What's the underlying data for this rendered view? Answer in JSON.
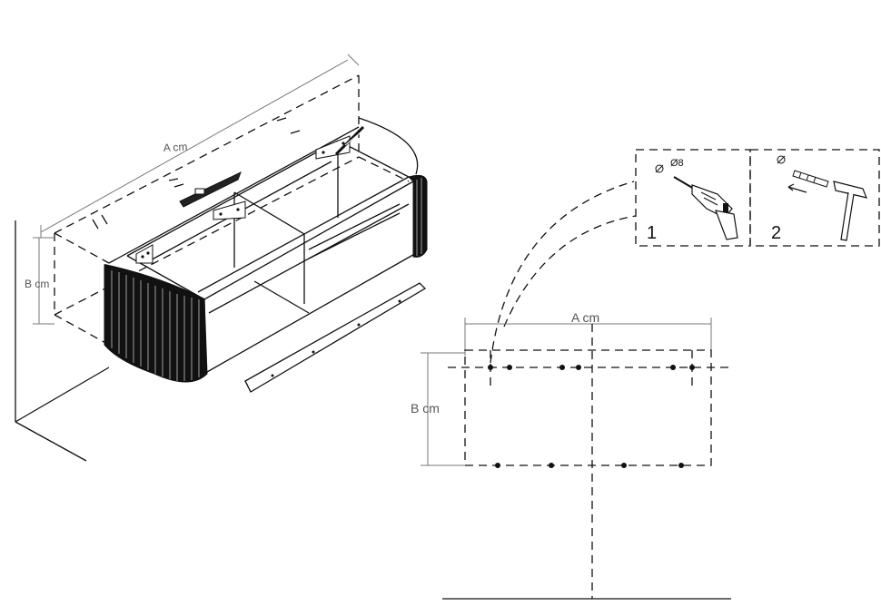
{
  "isometric_view": {
    "width_label": "A cm",
    "height_label": "B cm"
  },
  "steps": [
    {
      "number": "1",
      "drill_label": "Ø8"
    },
    {
      "number": "2"
    }
  ],
  "wall_plan": {
    "width_label": "A cm",
    "height_label": "B cm"
  },
  "colors": {
    "line": "#111111",
    "dimension": "#777777"
  },
  "icons": [
    "drill-icon",
    "hammer-icon",
    "wall-plug-icon",
    "drill-hole-icon"
  ]
}
